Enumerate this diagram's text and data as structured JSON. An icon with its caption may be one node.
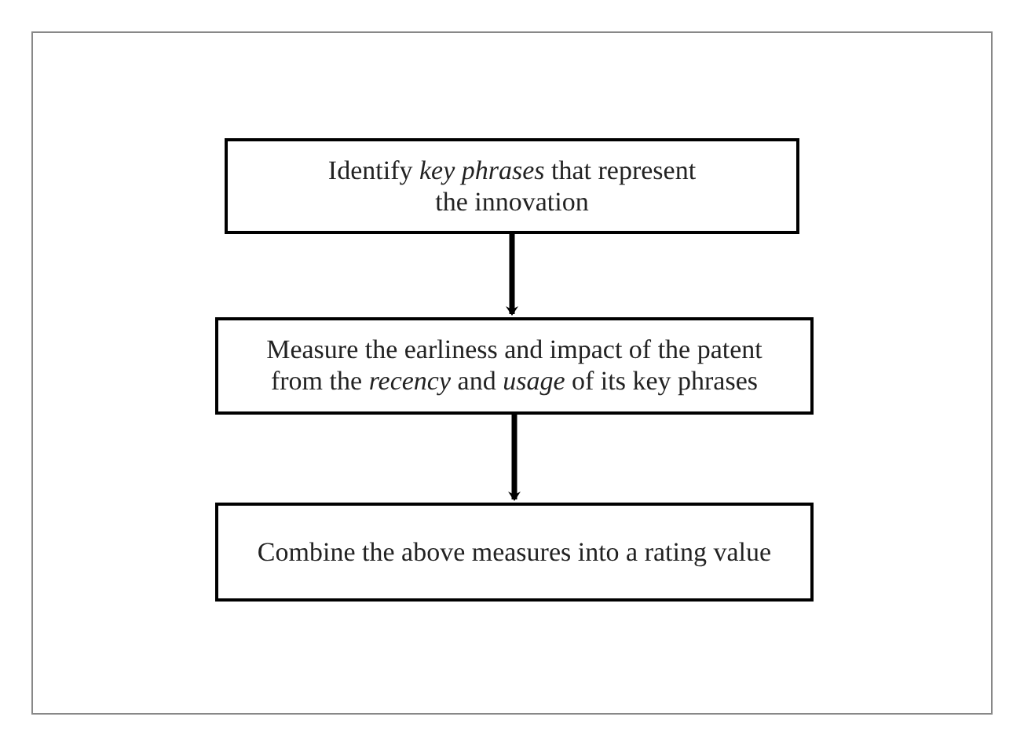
{
  "diagram": {
    "nodes": [
      {
        "text": [
          "Identify *key phrases* that represent the innovation"
        ]
      },
      {
        "text": [
          "Measure the earliness and impact of the patent from the *recency* and *usage* of its key phrases"
        ]
      },
      {
        "text": [
          "Combine the above measures into a rating value"
        ]
      }
    ],
    "edges": [
      {
        "from": 0,
        "to": 1,
        "arrow": "to"
      },
      {
        "from": 1,
        "to": 2,
        "arrow": "to"
      }
    ]
  }
}
